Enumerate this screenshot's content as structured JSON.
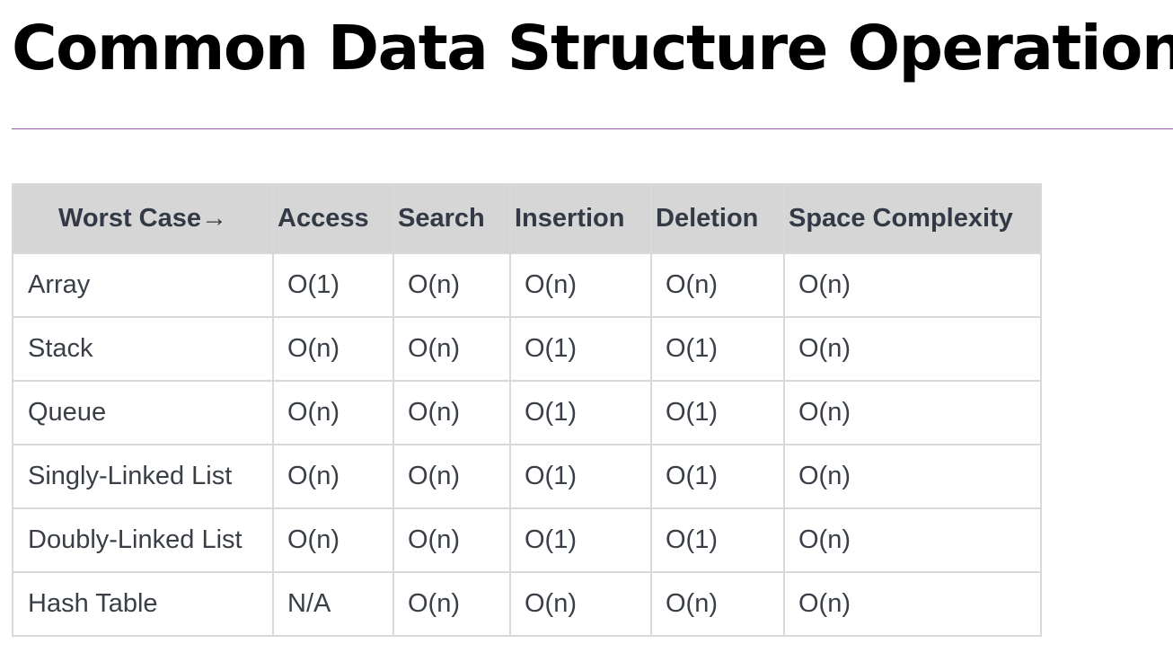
{
  "page": {
    "title": "Common Data Structure Operations"
  },
  "table": {
    "headers": [
      "Worst Case→",
      "Access",
      "Search",
      "Insertion",
      "Deletion",
      "Space Complexity"
    ],
    "rows": [
      {
        "name": "Array",
        "access": "O(1)",
        "search": "O(n)",
        "insertion": "O(n)",
        "deletion": "O(n)",
        "space": "O(n)"
      },
      {
        "name": "Stack",
        "access": "O(n)",
        "search": "O(n)",
        "insertion": "O(1)",
        "deletion": "O(1)",
        "space": "O(n)"
      },
      {
        "name": "Queue",
        "access": "O(n)",
        "search": "O(n)",
        "insertion": "O(1)",
        "deletion": "O(1)",
        "space": "O(n)"
      },
      {
        "name": "Singly-Linked List",
        "access": "O(n)",
        "search": "O(n)",
        "insertion": "O(1)",
        "deletion": "O(1)",
        "space": "O(n)"
      },
      {
        "name": "Doubly-Linked List",
        "access": "O(n)",
        "search": "O(n)",
        "insertion": "O(1)",
        "deletion": "O(1)",
        "space": "O(n)"
      },
      {
        "name": "Hash Table",
        "access": "N/A",
        "search": "O(n)",
        "insertion": "O(n)",
        "deletion": "O(n)",
        "space": "O(n)"
      }
    ]
  },
  "colors": {
    "divider": "#9b59b6",
    "header_bg": "#d6d6d6",
    "border": "#d9d9d9"
  }
}
